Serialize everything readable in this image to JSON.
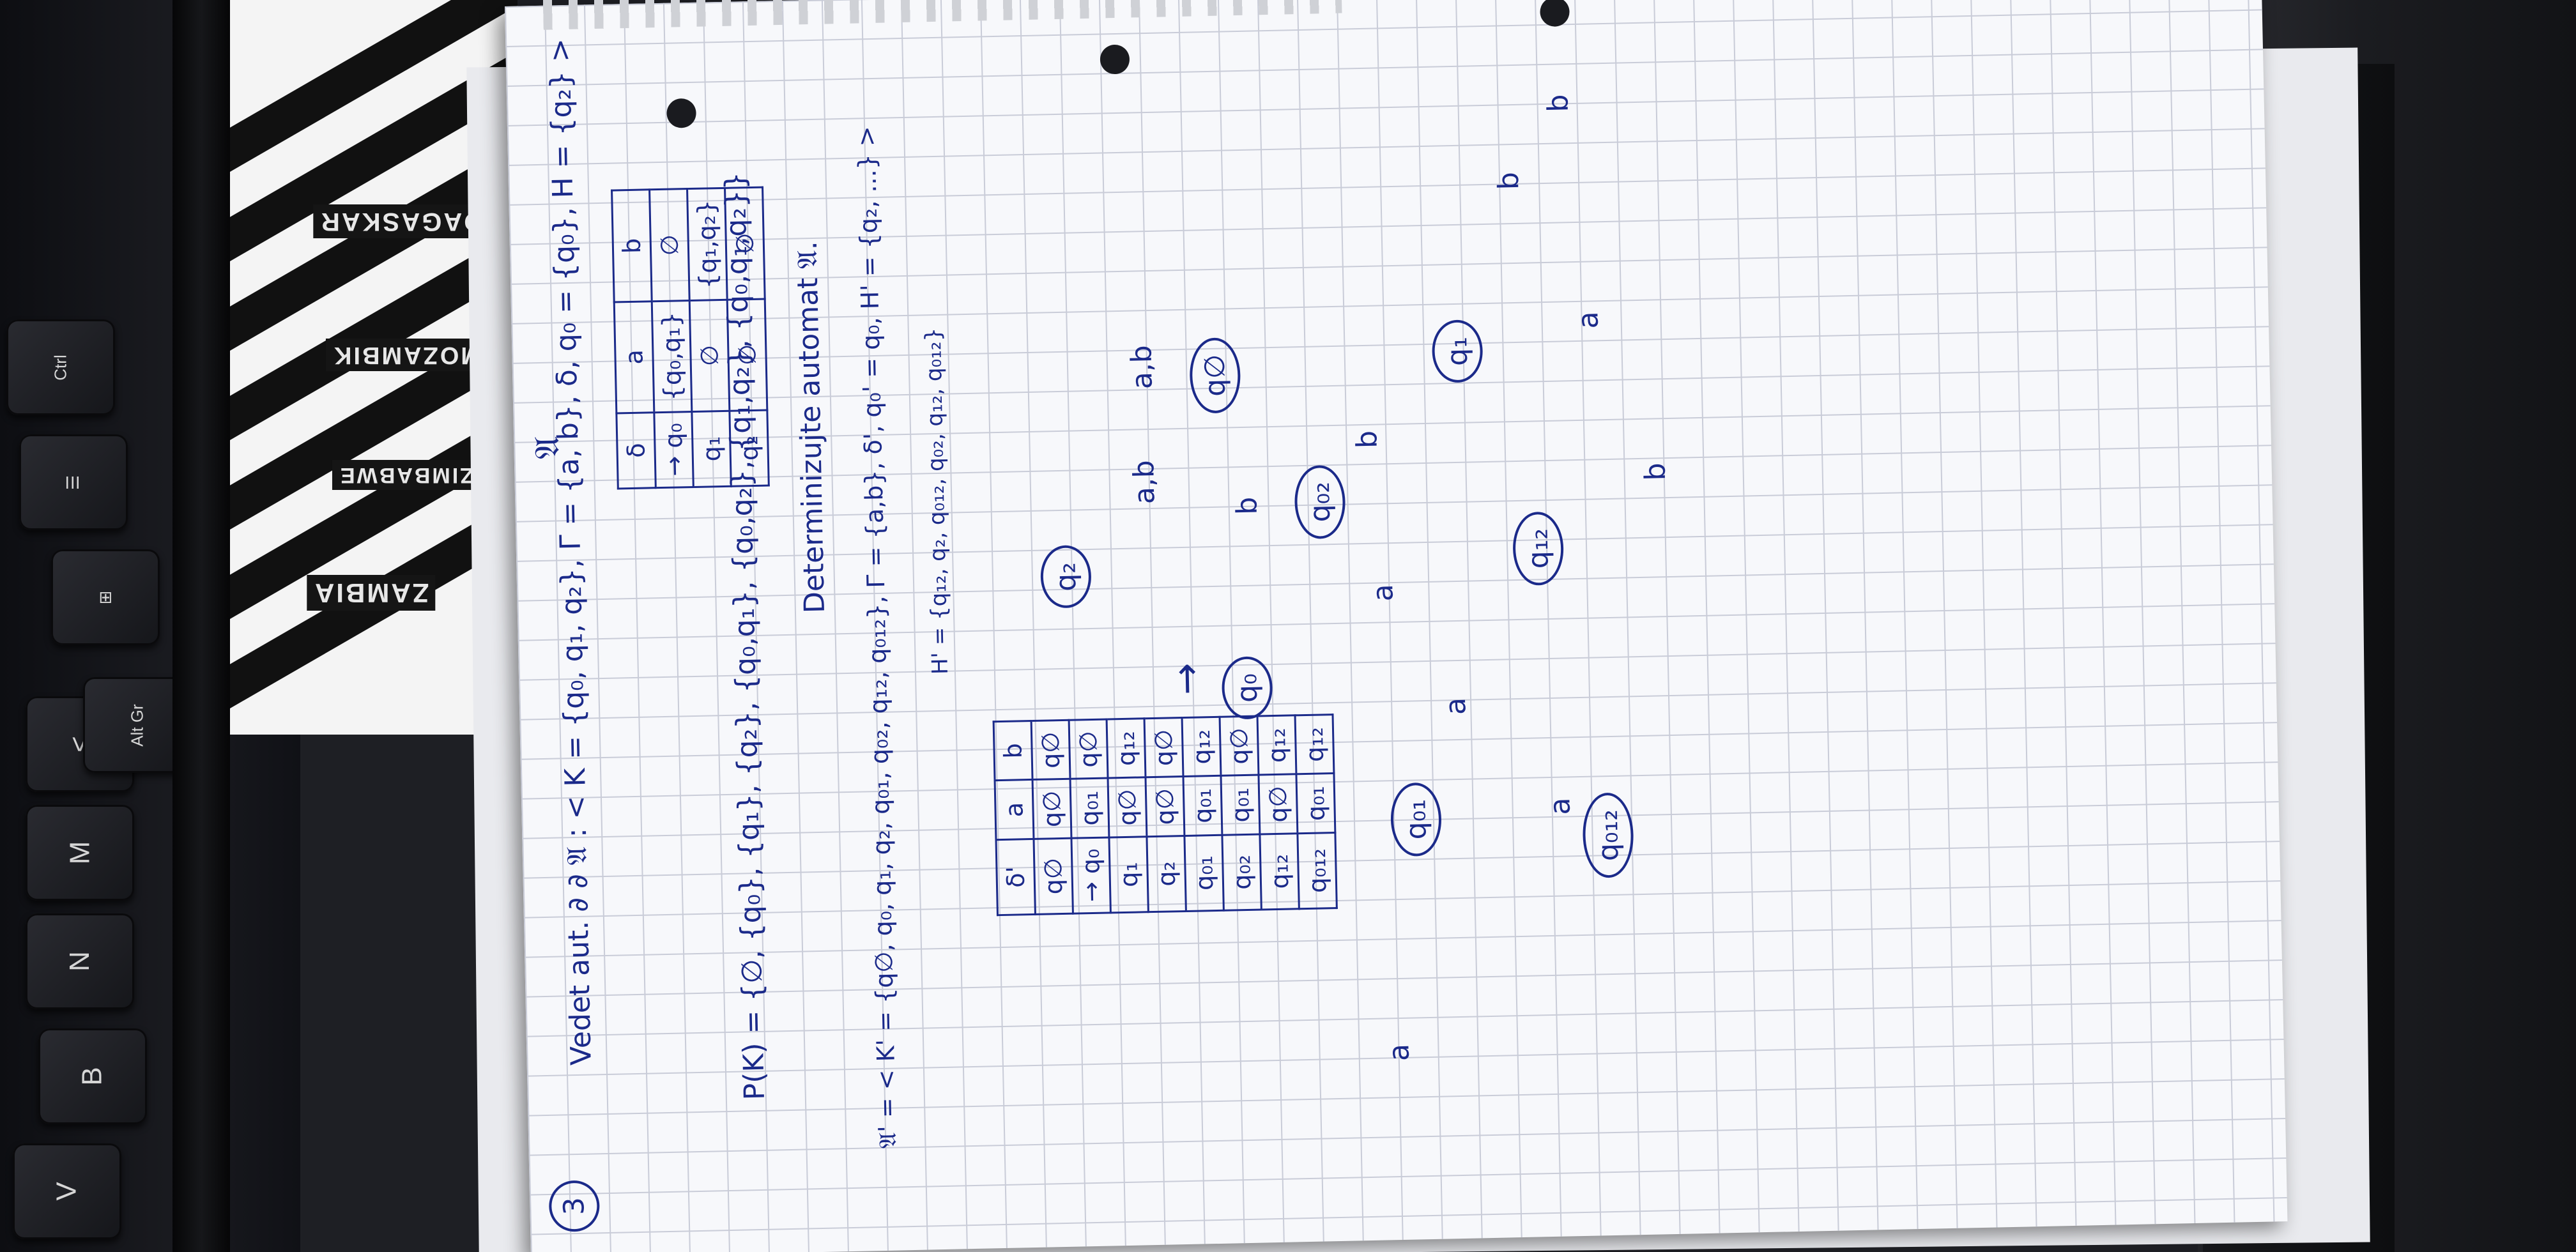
{
  "keyboard": {
    "keys": [
      "V",
      "B",
      "N",
      "M",
      "<",
      "Alt Gr",
      "",
      "☰",
      "Ctrl"
    ]
  },
  "poster": {
    "labels": [
      "MADAGASKAR",
      "MOZAMBIK",
      "ZIMBABWE",
      "ZAMBIA"
    ]
  },
  "notebook": {
    "task_number": "3",
    "header": "Vedet aut. ∂ ∂  𝔄 : < K = {q₀, q₁, q₂}, Γ = {a, b}, δ, q₀ = {q₀}, H = {q₂} >",
    "powerset": "P(K) = {∅, {q₀}, {q₁}, {q₂}, {q₀,q₁}, {q₀,q₂}, {q₁,q₂}, {q₀,q₁,q₂}}",
    "label_A": "𝔄",
    "determinize": "Determinizujte automat 𝔄.",
    "new_automaton": "𝔄' = < K' = {q∅, q₀, q₁, q₂, q₀₁, q₀₂, q₁₂, q₀₁₂}, Γ = {a,b}, δ', q₀' = q₀, H' = {q₂, ...} >",
    "final_states": "H' = {q₁₂, q₂, q₀₁₂, q₀₂, q₁₂, q₀₁₂}",
    "nfa_table": {
      "headers": [
        "δ",
        "a",
        "b"
      ],
      "rows": [
        [
          "→ q₀",
          "{q₀,q₁}",
          "∅"
        ],
        [
          "q₁",
          "∅",
          "{q₁,q₂}"
        ],
        [
          "q₂",
          "∅",
          "∅"
        ]
      ]
    },
    "dfa_table": {
      "headers": [
        "δ'",
        "a",
        "b"
      ],
      "rows": [
        [
          "q∅",
          "q∅",
          "q∅"
        ],
        [
          "→ q₀",
          "q₀₁",
          "q∅"
        ],
        [
          "q₁",
          "q∅",
          "q₁₂"
        ],
        [
          "q₂",
          "q∅",
          "q∅"
        ],
        [
          "q₀₁",
          "q₀₁",
          "q₁₂"
        ],
        [
          "q₀₂",
          "q₀₁",
          "q∅"
        ],
        [
          "q₁₂",
          "q∅",
          "q₁₂"
        ],
        [
          "q₀₁₂",
          "q₀₁",
          "q₁₂"
        ]
      ]
    },
    "graph": {
      "states": [
        "q₂",
        "q∅",
        "q₀",
        "q₀₂",
        "q₀₁",
        "q₁",
        "q₁₂",
        "q₀₁₂"
      ],
      "edge_labels": [
        "a,b",
        "b",
        "a",
        "b",
        "a",
        "a",
        "b",
        "b",
        "b",
        "a",
        "a,b",
        "a"
      ]
    },
    "ink_color": "#1b2a8a",
    "marker_color": "#d8262f"
  }
}
